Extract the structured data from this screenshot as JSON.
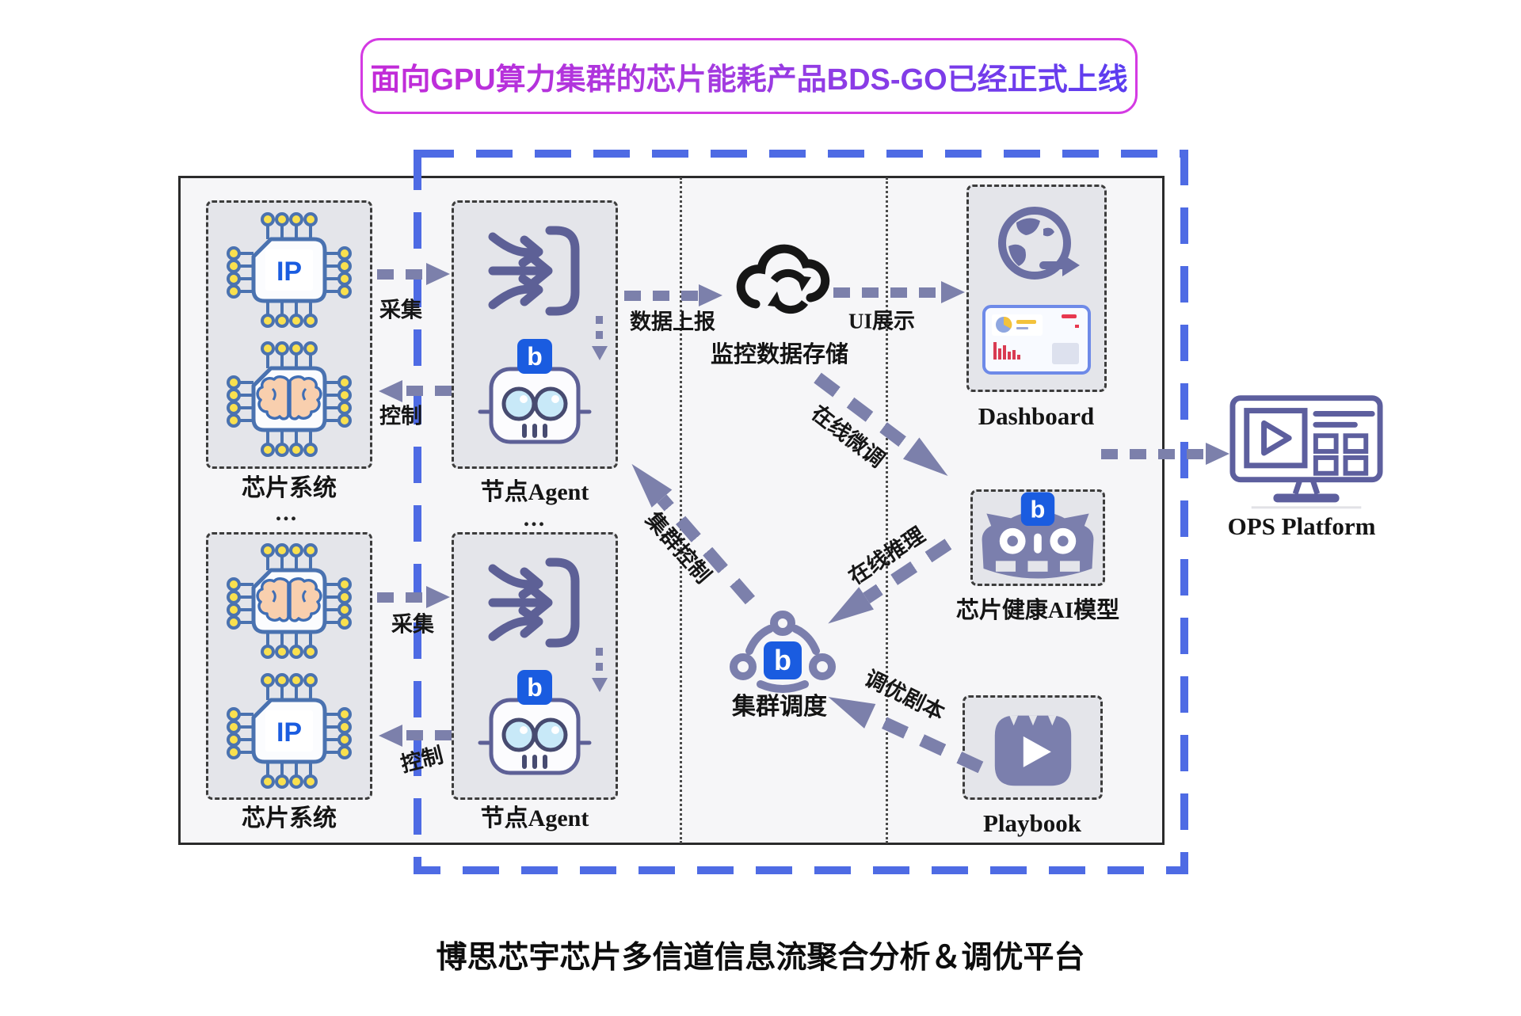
{
  "banner": {
    "text": "面向GPU算力集群的芯片能耗产品BDS-GO已经正式上线"
  },
  "caption": {
    "text": "博思芯宇芯片多信道信息流聚合分析＆调优平台"
  },
  "nodes": {
    "chip_top_label": "芯片系统",
    "chip_bottom_label": "芯片系统",
    "agent_top_label": "节点Agent",
    "agent_bottom_label": "节点Agent",
    "cloud_label": "监控数据存储",
    "dashboard_label": "Dashboard",
    "ai_model_label": "芯片健康AI模型",
    "scheduler_label": "集群调度",
    "playbook_label": "Playbook",
    "ops_label": "OPS Platform"
  },
  "edges": {
    "collect_top": "采集",
    "control_top": "控制",
    "collect_bottom": "采集",
    "control_bottom": "控制",
    "data_report": "数据上报",
    "ui_display": "UI展示",
    "online_finetune": "在线微调",
    "online_inference": "在线推理",
    "cluster_control": "集群控制",
    "tuning_playbook": "调优剧本"
  },
  "misc": {
    "ellipsis_left": "...",
    "ellipsis_middle": "...",
    "chip_ip": "IP",
    "logo_letter": "b"
  },
  "colors": {
    "banner_border": "#d43ae3",
    "banner_text_start": "#c32ad8",
    "banner_text_end": "#5a3df0",
    "product_border": "#4e6be4",
    "arrow": "#7c80ab",
    "icon_slate": "#7b7fad",
    "icon_outline": "#5d6096",
    "logo_blue": "#1a5ce0",
    "pin_yellow": "#f9e04e",
    "chip_blue": "#4a72b0",
    "brain_pink": "#f8cfae",
    "cloud_black": "#161616"
  }
}
